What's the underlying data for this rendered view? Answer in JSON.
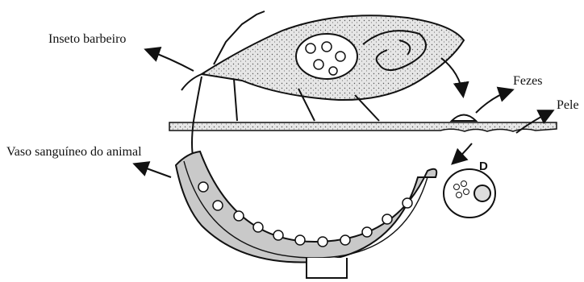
{
  "labels": {
    "insect": "Inseto barbeiro",
    "feces": "Fezes",
    "skin": "Pele",
    "vessel": "Vaso sanguíneo do animal",
    "detail": "D"
  },
  "colors": {
    "ink": "#111111",
    "insect_fill": "#d7d7d7",
    "vessel_fill": "#c9c9c9",
    "background": "#ffffff"
  }
}
